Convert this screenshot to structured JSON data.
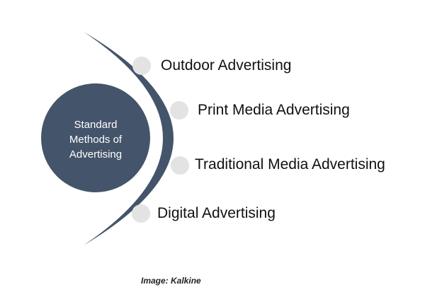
{
  "diagram": {
    "center": {
      "lines": [
        "Standard",
        "Methods of",
        "Advertising"
      ]
    },
    "items": [
      {
        "label": "Outdoor Advertising"
      },
      {
        "label": "Print Media Advertising"
      },
      {
        "label": "Traditional Media Advertising"
      },
      {
        "label": "Digital Advertising"
      }
    ]
  },
  "credit": "Image: Kalkine",
  "colors": {
    "hub": "#44546a",
    "arc": "#44546a",
    "node": "#e3e3e3",
    "text": "#111111"
  }
}
